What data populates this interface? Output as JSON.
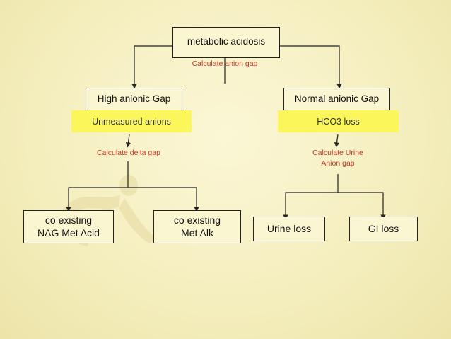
{
  "root": {
    "label": "metabolic acidosis",
    "note": "Calculate anion gap"
  },
  "left": {
    "label": "High anionic Gap",
    "band": "Unmeasured anions",
    "note": "Calculate delta gap",
    "children": [
      {
        "line1": "co existing",
        "line2": "NAG Met Acid"
      },
      {
        "line1": "co existing",
        "line2": "Met Alk"
      }
    ]
  },
  "right": {
    "label": "Normal anionic Gap",
    "band": "HCO3 loss",
    "note_line1": "Calculate Urine",
    "note_line2": "Anion gap",
    "children": [
      {
        "label": "Urine loss"
      },
      {
        "label": "GI loss"
      }
    ]
  },
  "colors": {
    "background": "#f6f1c2",
    "band": "#fbf75a",
    "note": "#c0392b",
    "line": "#222222"
  }
}
